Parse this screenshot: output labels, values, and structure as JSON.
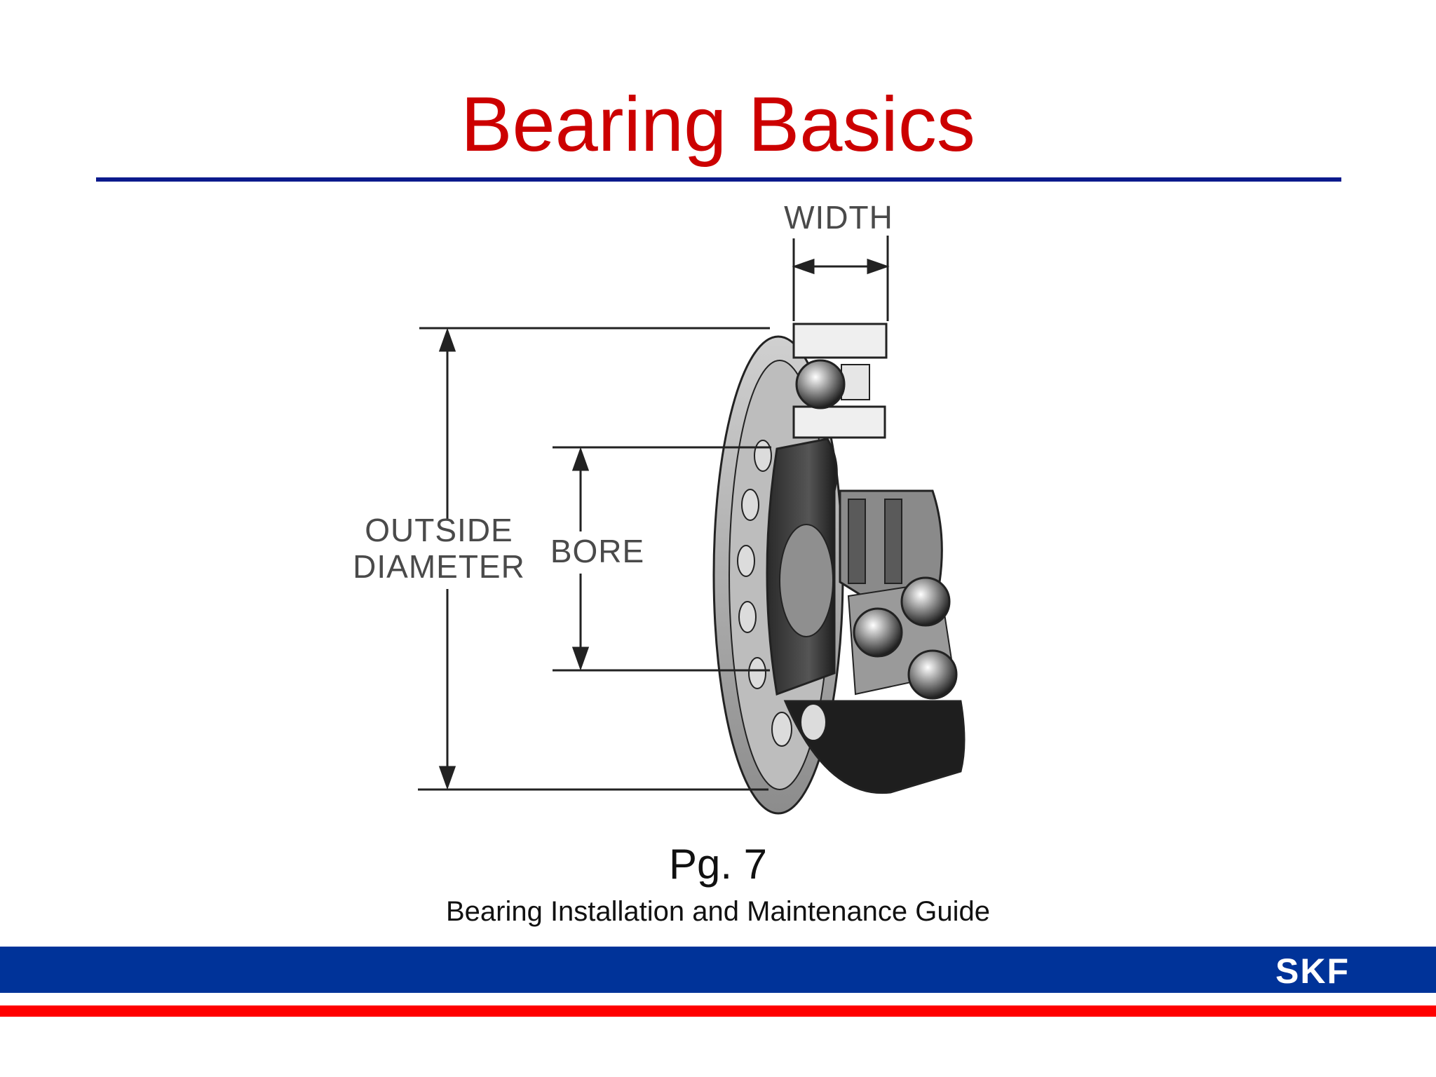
{
  "slide": {
    "title": "Bearing Basics",
    "page_number": "Pg. 7",
    "guide_title": "Bearing Installation and Maintenance Guide"
  },
  "diagram": {
    "labels": {
      "width": "WIDTH",
      "outside_diameter_line1": "OUTSIDE",
      "outside_diameter_line2": "DIAMETER",
      "bore": "BORE"
    }
  },
  "footer": {
    "logo_text": "SKF",
    "colors": {
      "band": "#003399",
      "stripe": "#ff0000",
      "title": "#cc0000",
      "rule": "#0a1a8c"
    }
  }
}
